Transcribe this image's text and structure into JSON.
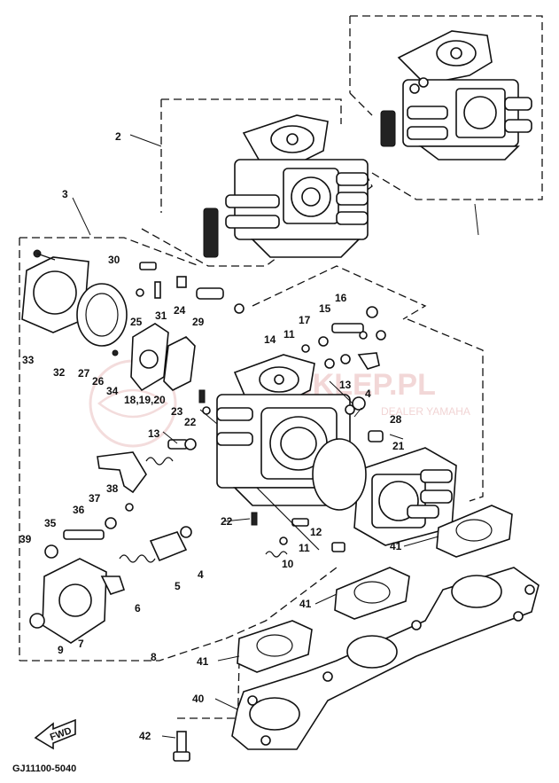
{
  "diagram": {
    "diagram_code": "GJ11100-5040",
    "fwd_label": "FWD",
    "watermark": {
      "title": "SKLEP.PL",
      "subtitle": "DEALER YAMAHA"
    },
    "callouts": [
      "2",
      "3",
      "4",
      "4",
      "5",
      "6",
      "7",
      "8",
      "9",
      "10",
      "11",
      "11",
      "12",
      "13",
      "13",
      "14",
      "15",
      "16",
      "17",
      "18,19,20",
      "21",
      "22",
      "22",
      "23",
      "24",
      "25",
      "26",
      "27",
      "28",
      "29",
      "30",
      "31",
      "32",
      "33",
      "34",
      "35",
      "36",
      "37",
      "38",
      "39",
      "40",
      "41",
      "41",
      "41",
      "42"
    ]
  }
}
